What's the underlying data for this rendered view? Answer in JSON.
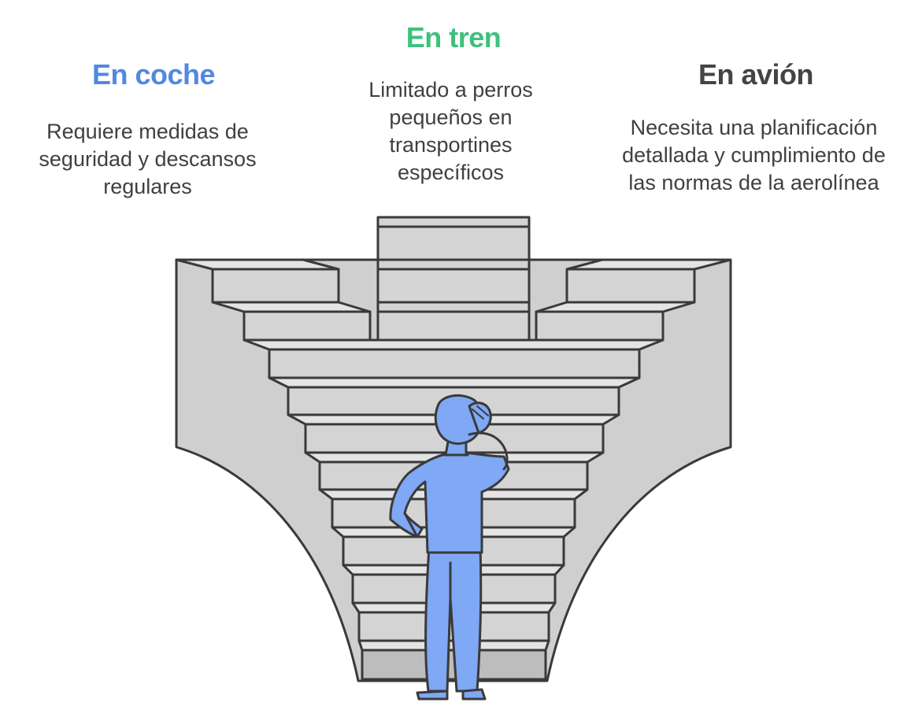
{
  "options": [
    {
      "id": "car",
      "title": "En coche",
      "description": "Requiere medidas de seguridad y descansos regulares",
      "color": "#5288e0"
    },
    {
      "id": "train",
      "title": "En tren",
      "description": "Limitado a perros pequeños en transportines específicos",
      "color": "#3fc07e"
    },
    {
      "id": "plane",
      "title": "En avión",
      "description": "Necesita una planificación detallada y cumplimiento de las normas de la aerolínea",
      "color": "#444444"
    }
  ],
  "palette": {
    "stone": "#cfcfcf",
    "stone_dark": "#b3b3b3",
    "outline": "#3a3a3a",
    "person": "#7fa8f5"
  },
  "icons": [
    "staircase-illustration",
    "thinking-person-icon"
  ]
}
